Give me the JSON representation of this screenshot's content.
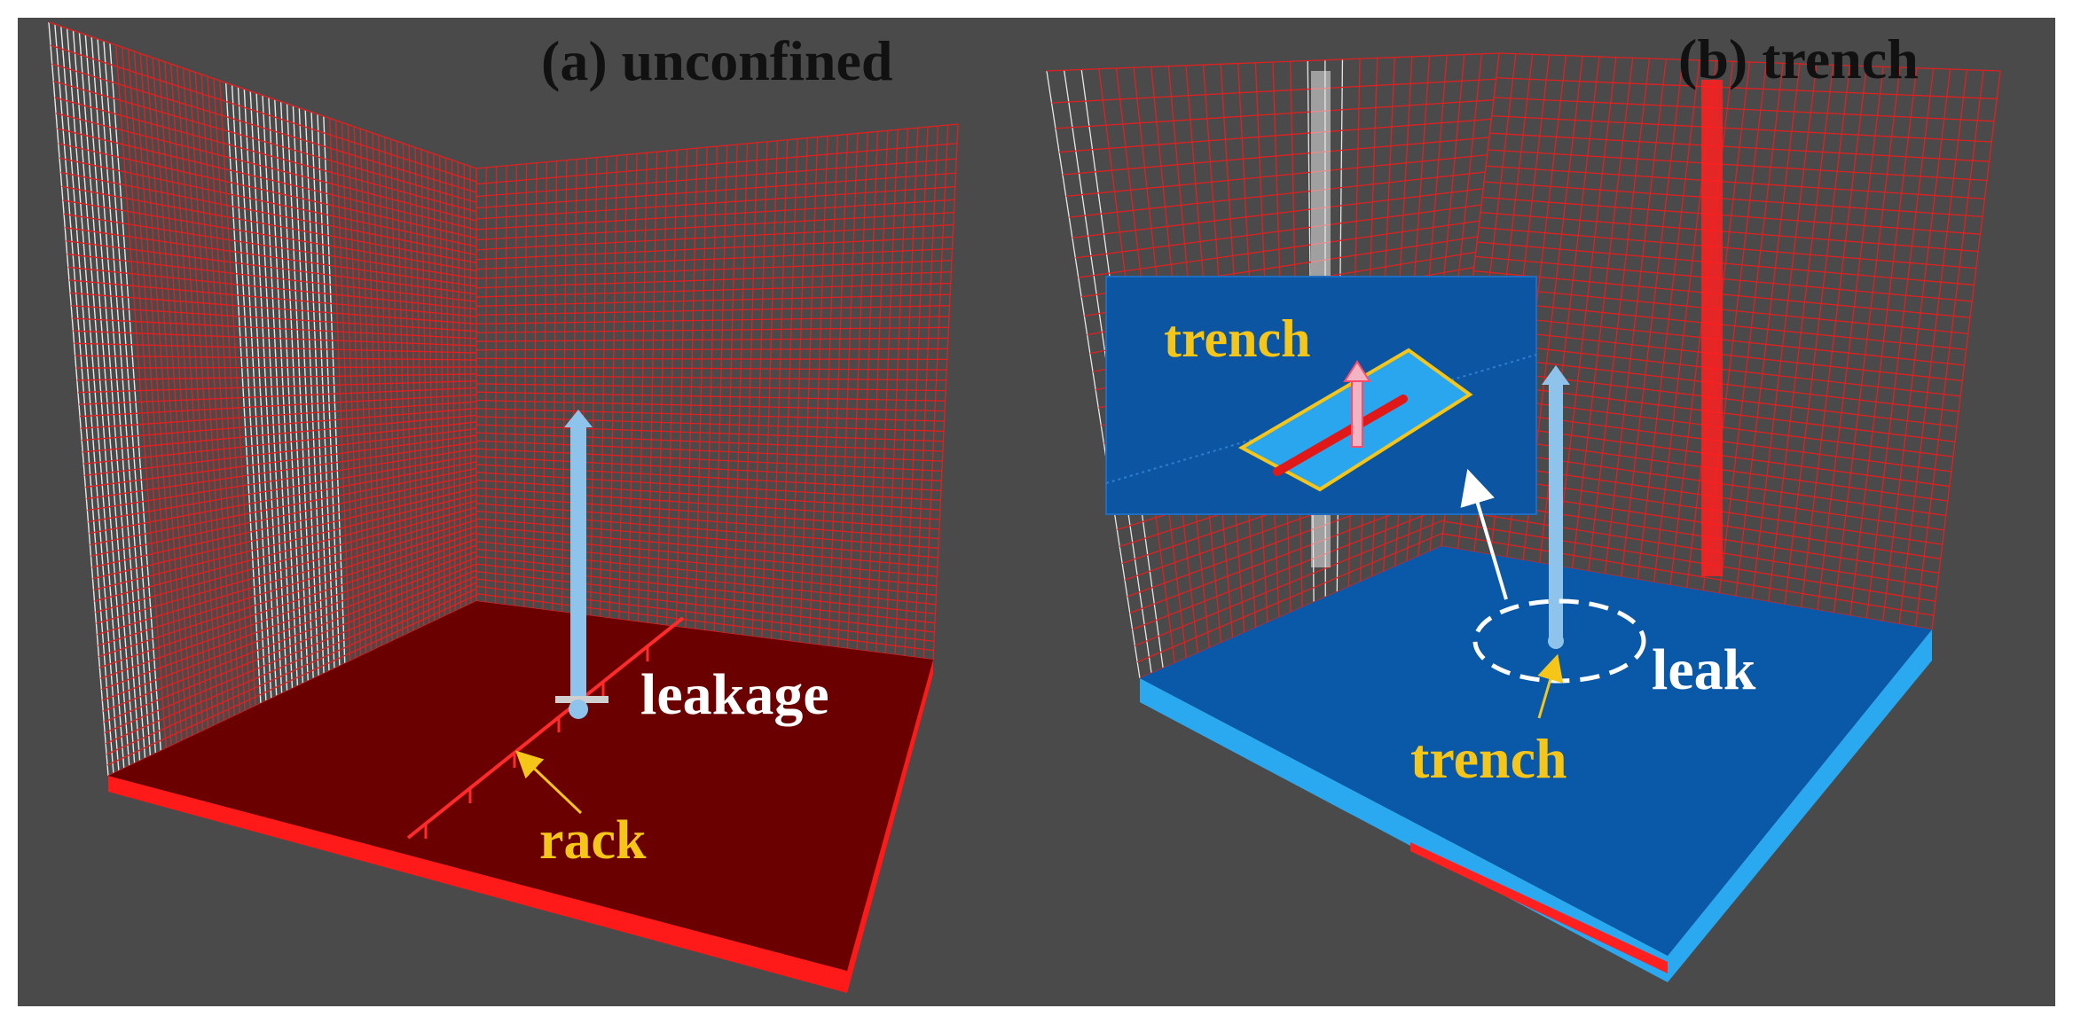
{
  "panels": [
    {
      "title": "(a) unconfined",
      "labels": {
        "source": "leakage",
        "structure": "rack"
      }
    },
    {
      "title": "(b) trench",
      "labels": {
        "source": "leak",
        "structure": "trench",
        "inset": "trench"
      }
    }
  ],
  "colors": {
    "background": "#4a4a4a",
    "grid_red": "#e02020",
    "grid_white": "#e8e8e8",
    "floor_dark_red": "#6a0000",
    "floor_edge_red": "#ff1a1a",
    "floor_blue": "#0a58a8",
    "floor_blue_edge": "#2aa8f0",
    "inset_blue": "#0b55a3",
    "arrow_light_blue": "#8ec3ec",
    "label_gold": "#f5c518",
    "label_white": "#ffffff"
  }
}
